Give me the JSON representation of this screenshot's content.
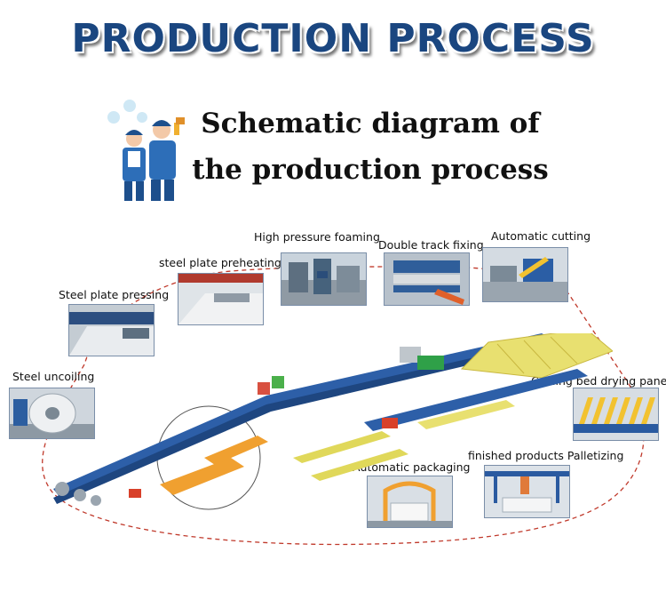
{
  "title": "PRODUCTION PROCESS",
  "subtitle_lines": [
    "Schematic diagram of",
    "the production process"
  ],
  "steps": {
    "uncoiling": "Steel uncoiling",
    "pressing": "Steel plate pressing",
    "preheating": "steel plate preheating",
    "foaming": "High pressure foaming",
    "double_track": "Double track fixing",
    "cutting": "Automatic cutting",
    "cooling": "Cooling bed drying panel",
    "palletizing": "finished products Palletizing",
    "packaging": "Automatic packaging"
  },
  "colors": {
    "title": "#1a4680",
    "line_blue": "#2d5fa8",
    "panel_orange": "#f0a030",
    "panel_yellow": "#e8e070",
    "dashed_path": "#c0392b"
  }
}
